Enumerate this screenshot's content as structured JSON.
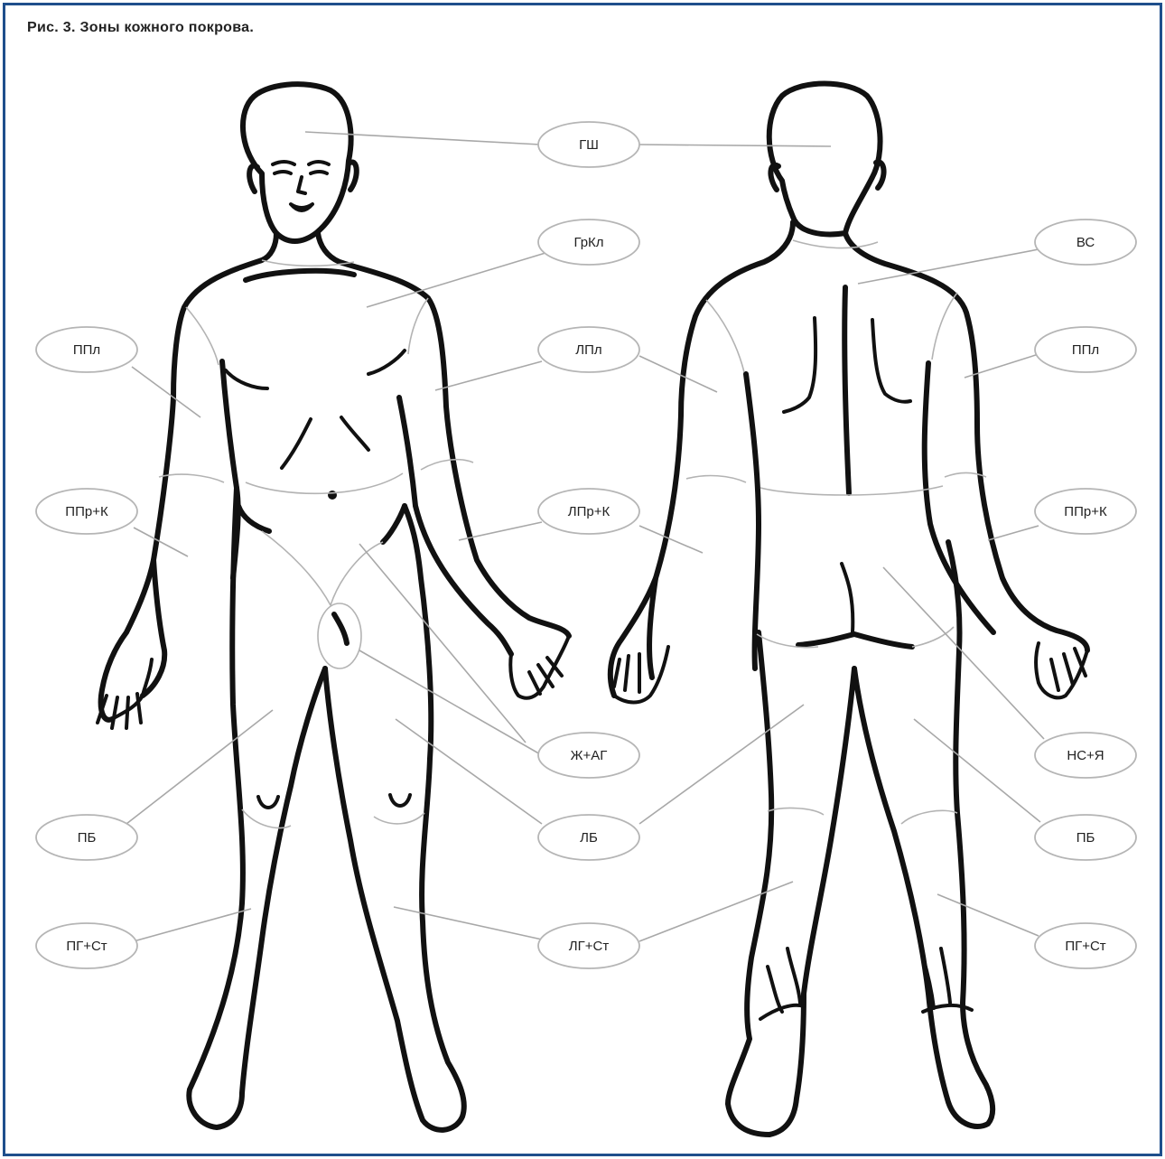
{
  "figure": {
    "caption": "Рис. 3. Зоны кожного покрова."
  },
  "labels": [
    {
      "text": "ГШ"
    },
    {
      "text": "ГрКл"
    },
    {
      "text": "ППл"
    },
    {
      "text": "ЛПл"
    },
    {
      "text": "ППр+К"
    },
    {
      "text": "ЛПр+К"
    },
    {
      "text": "Ж+АГ"
    },
    {
      "text": "ПБ"
    },
    {
      "text": "ЛБ"
    },
    {
      "text": "ПГ+Ст"
    },
    {
      "text": "ЛГ+Ст"
    },
    {
      "text": "ВС"
    },
    {
      "text": "ППл"
    },
    {
      "text": "ППр+К"
    },
    {
      "text": "НС+Я"
    },
    {
      "text": "ПБ"
    },
    {
      "text": "ПГ+Ст"
    }
  ]
}
